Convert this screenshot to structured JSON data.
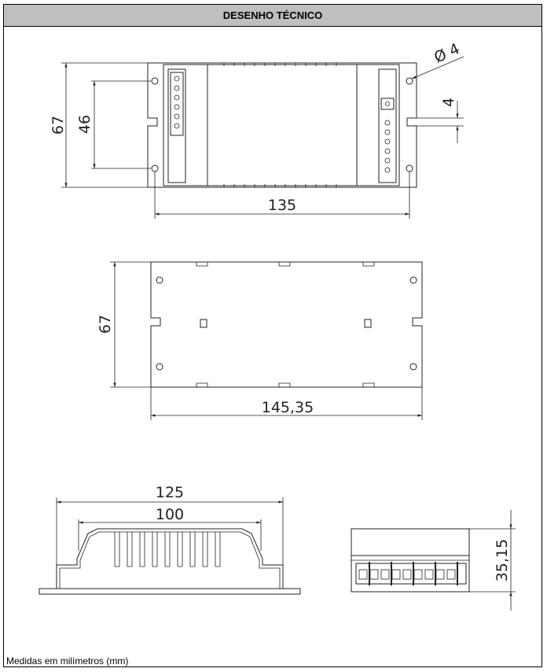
{
  "header": {
    "title": "DESENHO TÉCNICO"
  },
  "footer": {
    "note": "Medidas em milímetros (mm)"
  },
  "views": {
    "top": {
      "height_total": "67",
      "height_holes": "46",
      "length": "135",
      "hole_diameter": "Ø 4",
      "slot_width": "4"
    },
    "bottom": {
      "height": "67",
      "length": "145,35"
    },
    "side": {
      "length_total": "125",
      "length_body": "100"
    },
    "end": {
      "height": "35,15"
    }
  }
}
